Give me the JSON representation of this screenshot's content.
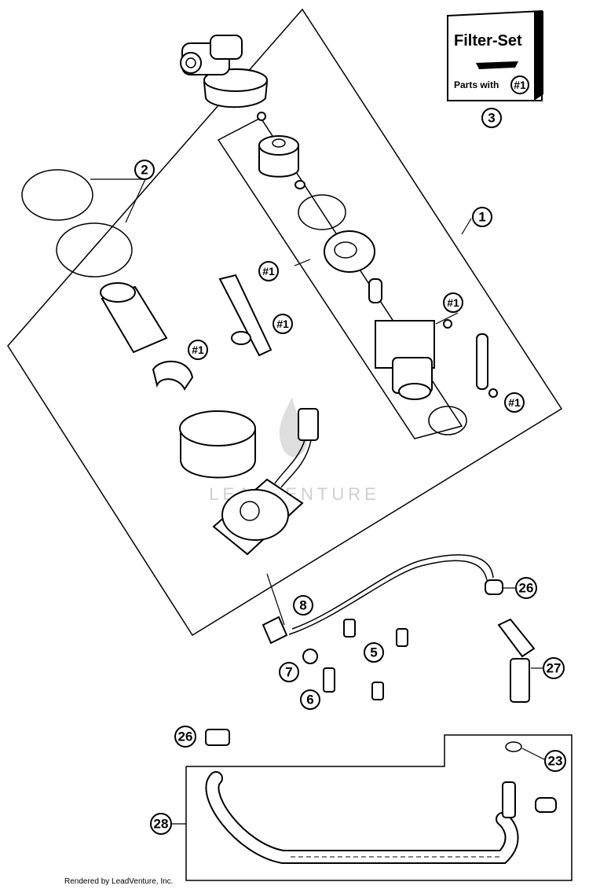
{
  "filter_set": {
    "title": "Filter-Set",
    "parts_with_prefix": "Parts with",
    "parts_with_badge": "#1"
  },
  "callouts": {
    "c1": "1",
    "c2": "2",
    "c3": "3",
    "c5": "5",
    "c6": "6",
    "c7": "7",
    "c8": "8",
    "c23": "23",
    "c26a": "26",
    "c26b": "26",
    "c27": "27",
    "c28": "28"
  },
  "hash_label": "#1",
  "watermark": "LEADVENTURE",
  "footer": "Rendered by LeadVenture, Inc."
}
